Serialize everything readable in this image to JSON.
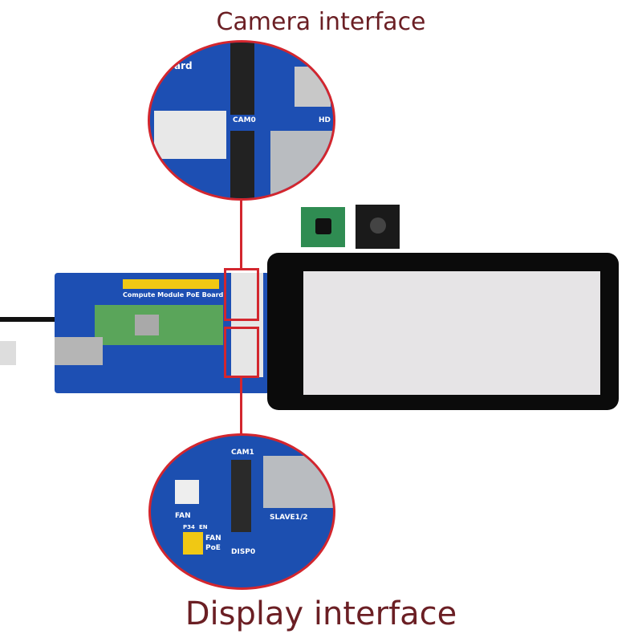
{
  "titles": {
    "camera": "Camera interface",
    "display": "Display interface"
  },
  "top_zoom": {
    "labels": {
      "cam0": "CAM0",
      "hd": "HD",
      "brand": "ard"
    }
  },
  "board": {
    "name": "Compute Module PoE Board"
  },
  "bottom_zoom": {
    "labels": {
      "cam1": "CAM1",
      "fan": "FAN",
      "slave": "SLAVE1/2",
      "p34": "P34",
      "en": "EN",
      "fan2": "FAN",
      "poe": "PoE",
      "disp0": "DISP0"
    }
  },
  "colors": {
    "accent_red": "#d3262e",
    "title": "#6b1f24",
    "pcb_blue": "#1d4fb3",
    "compute_module_green": "#5aa55a"
  }
}
